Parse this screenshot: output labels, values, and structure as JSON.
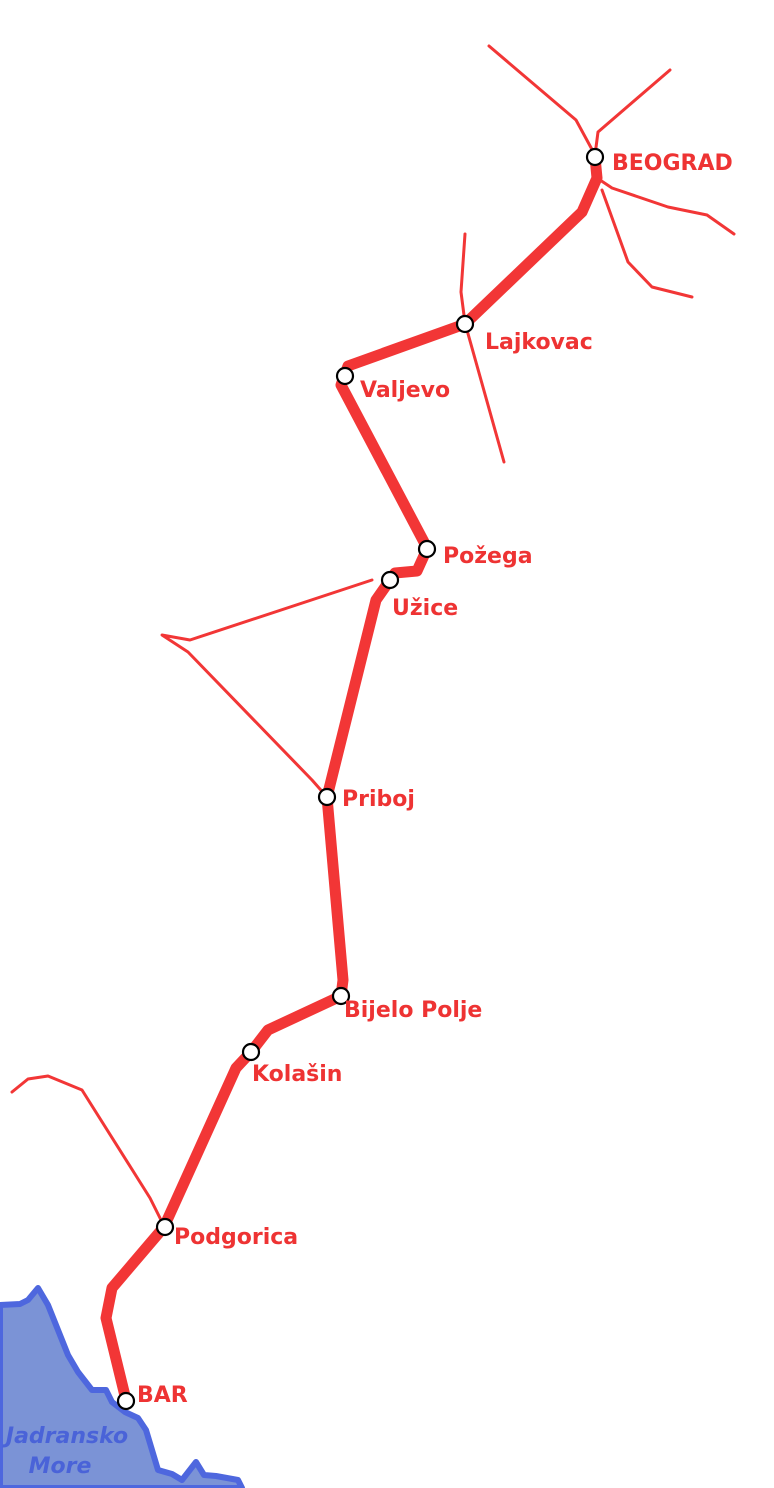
{
  "map": {
    "colors": {
      "rail": "#f23636",
      "station_fill": "#ffffff",
      "station_stroke": "#000000",
      "label": "#ee3333",
      "sea_fill": "#7b93d6",
      "sea_edge": "#4e67de",
      "sea_label": "#4a63d8"
    },
    "stations": [
      {
        "id": "beograd",
        "label": "BEOGRAD"
      },
      {
        "id": "lajkovac",
        "label": "Lajkovac"
      },
      {
        "id": "valjevo",
        "label": "Valjevo"
      },
      {
        "id": "pozega",
        "label": "Požega"
      },
      {
        "id": "uzice",
        "label": "Užice"
      },
      {
        "id": "priboj",
        "label": "Priboj"
      },
      {
        "id": "bijelo-polje",
        "label": "Bijelo Polje"
      },
      {
        "id": "kolasin",
        "label": "Kolašin"
      },
      {
        "id": "podgorica",
        "label": "Podgorica"
      },
      {
        "id": "bar",
        "label": "BAR"
      }
    ],
    "sea": {
      "label_line1": "Jadransko",
      "label_line2": "More"
    }
  }
}
